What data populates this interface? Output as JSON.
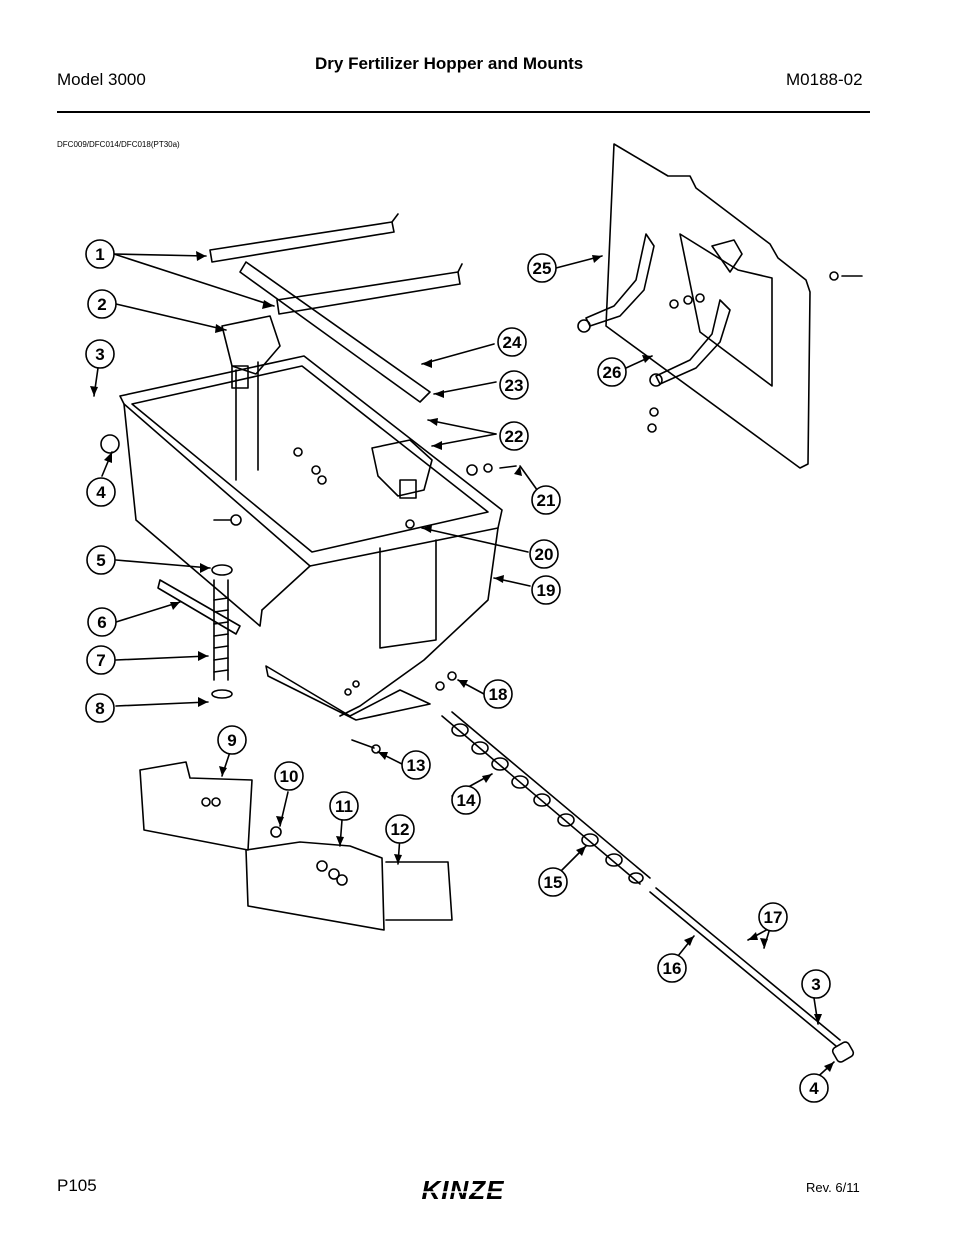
{
  "header": {
    "model": "Model 3000",
    "title": "Dry Fertilizer Hopper and Mounts",
    "doc_number": "M0188-02"
  },
  "figure": {
    "code": "DFC009/DFC014/DFC018(PT30a)",
    "callouts": [
      "1",
      "2",
      "3",
      "4",
      "5",
      "6",
      "7",
      "8",
      "9",
      "10",
      "11",
      "12",
      "13",
      "14",
      "15",
      "16",
      "17",
      "18",
      "19",
      "20",
      "21",
      "22",
      "23",
      "24",
      "25",
      "26",
      "3",
      "4"
    ]
  },
  "footer": {
    "page": "P105",
    "brand": "KINZE",
    "revision": "Rev. 6/11"
  }
}
